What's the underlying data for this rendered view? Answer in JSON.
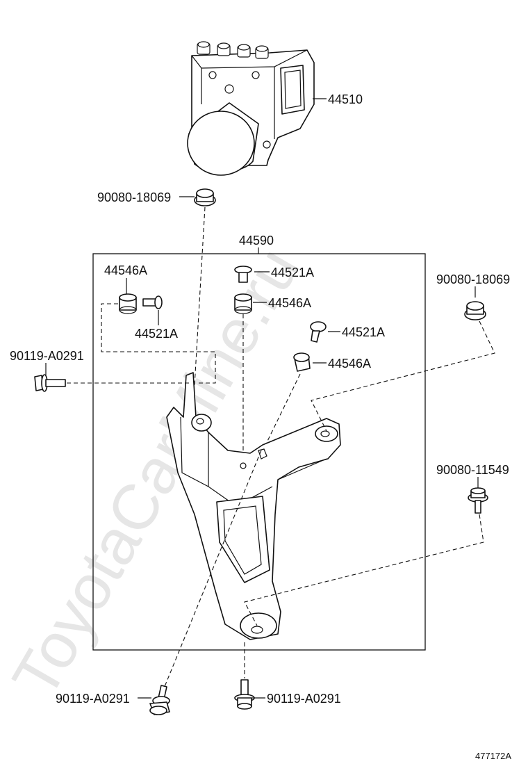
{
  "watermark": "ToyotaCarMine.ru",
  "reference_number": "477172A",
  "parts": {
    "abs_actuator": "44510",
    "bracket_assy": "44590",
    "nut_top": "90080-18069",
    "nut_right": "90080-18069",
    "bolt_right": "90080-11549",
    "bolt_left": "90119-A0291",
    "bolt_bottom_left": "90119-A0291",
    "bolt_bottom": "90119-A0291",
    "cushion_a": "44546A",
    "cushion_b": "44546A",
    "cushion_c": "44546A",
    "collar_a": "44521A",
    "collar_b": "44521A",
    "collar_c": "44521A"
  },
  "icons": {
    "actuator": "abs-actuator-icon",
    "bracket": "bracket-icon",
    "nut": "flange-nut-icon",
    "bolt": "flange-bolt-icon",
    "cushion": "rubber-cushion-icon",
    "collar": "collar-icon"
  }
}
